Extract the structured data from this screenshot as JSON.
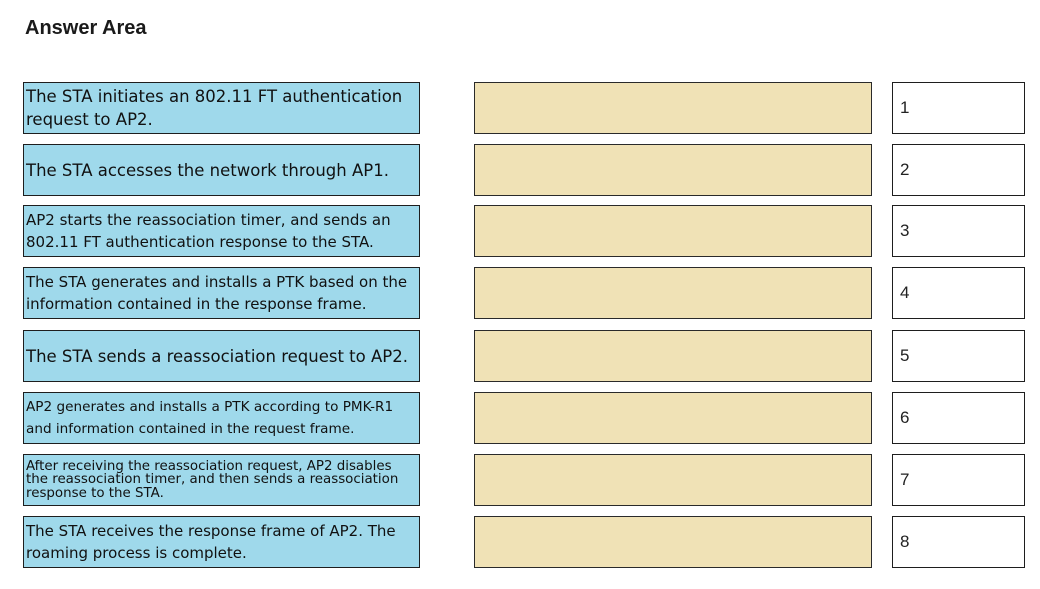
{
  "title": "Answer Area",
  "items": [
    {
      "text": "The STA initiates an 802.11 FT authentication request to AP2."
    },
    {
      "text": "The STA accesses the network through AP1."
    },
    {
      "text": "AP2 starts the reassociation timer, and sends an 802.11 FT authentication response to the STA."
    },
    {
      "text": "The STA generates and installs a PTK based on the information contained in the response frame."
    },
    {
      "text": "The STA sends a reassociation request to AP2."
    },
    {
      "text": "AP2 generates and installs a PTK according to PMK-R1 and information contained in the request frame."
    },
    {
      "text": "After receiving  the reassociation request, AP2 disables the reassociation timer, and then sends a reassociation response to the STA."
    },
    {
      "text": "The STA receives the response frame of AP2. The roaming process is complete."
    }
  ],
  "numbers": [
    "1",
    "2",
    "3",
    "4",
    "5",
    "6",
    "7",
    "8"
  ]
}
